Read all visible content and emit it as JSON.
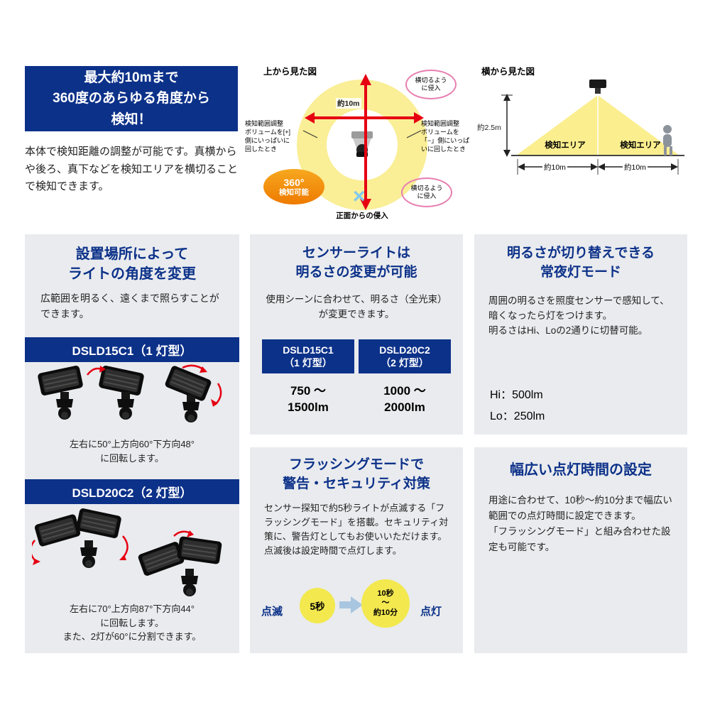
{
  "hero": {
    "headline": "最大約10mまで\n360度のあらゆる角度から\n検知！",
    "body": "本体で検知距離の調整が可能です。真横からや後ろ、真下などを検知エリアを横切ることで検知できます。"
  },
  "top_view": {
    "title": "上から見た図",
    "distance": "約10m",
    "left_note": "検知範囲調整\nボリュームを[+]\n側にいっぱいに\n回したとき",
    "right_note": "検知範囲調整\nボリュームを\n「−」側にいっぱ\nいに回したとき",
    "badge_line1": "360°",
    "badge_line2": "検知可能",
    "cross_top": "横切るよう\nに侵入",
    "cross_bottom": "横切るよう\nに侵入",
    "front_x": "×",
    "front": "正面からの侵入"
  },
  "side_view": {
    "title": "横から見た図",
    "height": "約2.5m",
    "area_left": "検知エリア",
    "area_right": "検知エリア",
    "width_left": "約10m",
    "width_right": "約10m"
  },
  "angle_card": {
    "title": "設置場所によって\nライトの角度を変更",
    "body": "広範囲を明るく、遠くまで照らすことができます。",
    "model1_header": "DSLD15C1（1 灯型）",
    "model1_caption": "左右に50°上方向60°下方向48°\nに回転します。",
    "model2_header": "DSLD20C2（2 灯型）",
    "model2_caption": "左右に70°上方向87°下方向44°\nに回転します。\nまた、2灯が60°に分割できます。"
  },
  "brightness_card": {
    "title": "センサーライトは\n明るさの変更が可能",
    "body": "使用シーンに合わせて、明るさ（全光束）が変更できます。",
    "items": [
      {
        "header": "DSLD15C1\n（1 灯型）",
        "value": "750 ～\n1500lm"
      },
      {
        "header": "DSLD20C2\n（2 灯型）",
        "value": "1000 ～\n2000lm"
      }
    ]
  },
  "nightlight_card": {
    "title": "明るさが切り替えできる\n常夜灯モード",
    "body": "周囲の明るさを照度センサーで感知して、暗くなったら灯をつけます。\n明るさはHi、Loの2通りに切替可能。",
    "hi": "Hi：500lm",
    "lo": "Lo：250lm"
  },
  "flashing_card": {
    "title": "フラッシングモードで\n警告・セキュリティ対策",
    "body": "センサー探知で約5秒ライトが点滅する「フラッシングモード」を搭載。セキュリティ対策に、警告灯としてもお使いいただけます。点滅後は設定時間で点灯します。",
    "flow_start": "点滅",
    "flow_circle1": "5秒",
    "flow_circle2": "10秒\n～\n約10分",
    "flow_end": "点灯"
  },
  "duration_card": {
    "title": "幅広い点灯時間の設定",
    "body": "用途に合わせて、10秒～約10分まで幅広い範囲での点灯時間に設定できます。\n「フラッシングモード」と組み合わせた設定も可能です。"
  }
}
